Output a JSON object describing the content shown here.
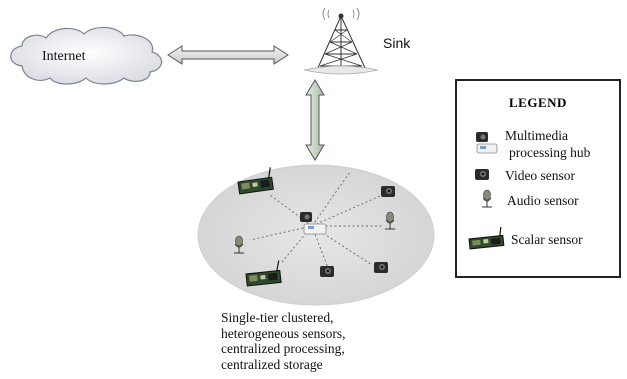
{
  "internet_label": "Internet",
  "sink_label": "Sink",
  "caption_lines": [
    "Single-tier clustered,",
    "heterogeneous sensors,",
    "centralized processing,",
    "centralized storage"
  ],
  "legend": {
    "title": "LEGEND",
    "multimedia_line1": "Multimedia",
    "multimedia_line2": "processing hub",
    "video": "Video sensor",
    "audio": "Audio sensor",
    "scalar": "Scalar sensor"
  }
}
